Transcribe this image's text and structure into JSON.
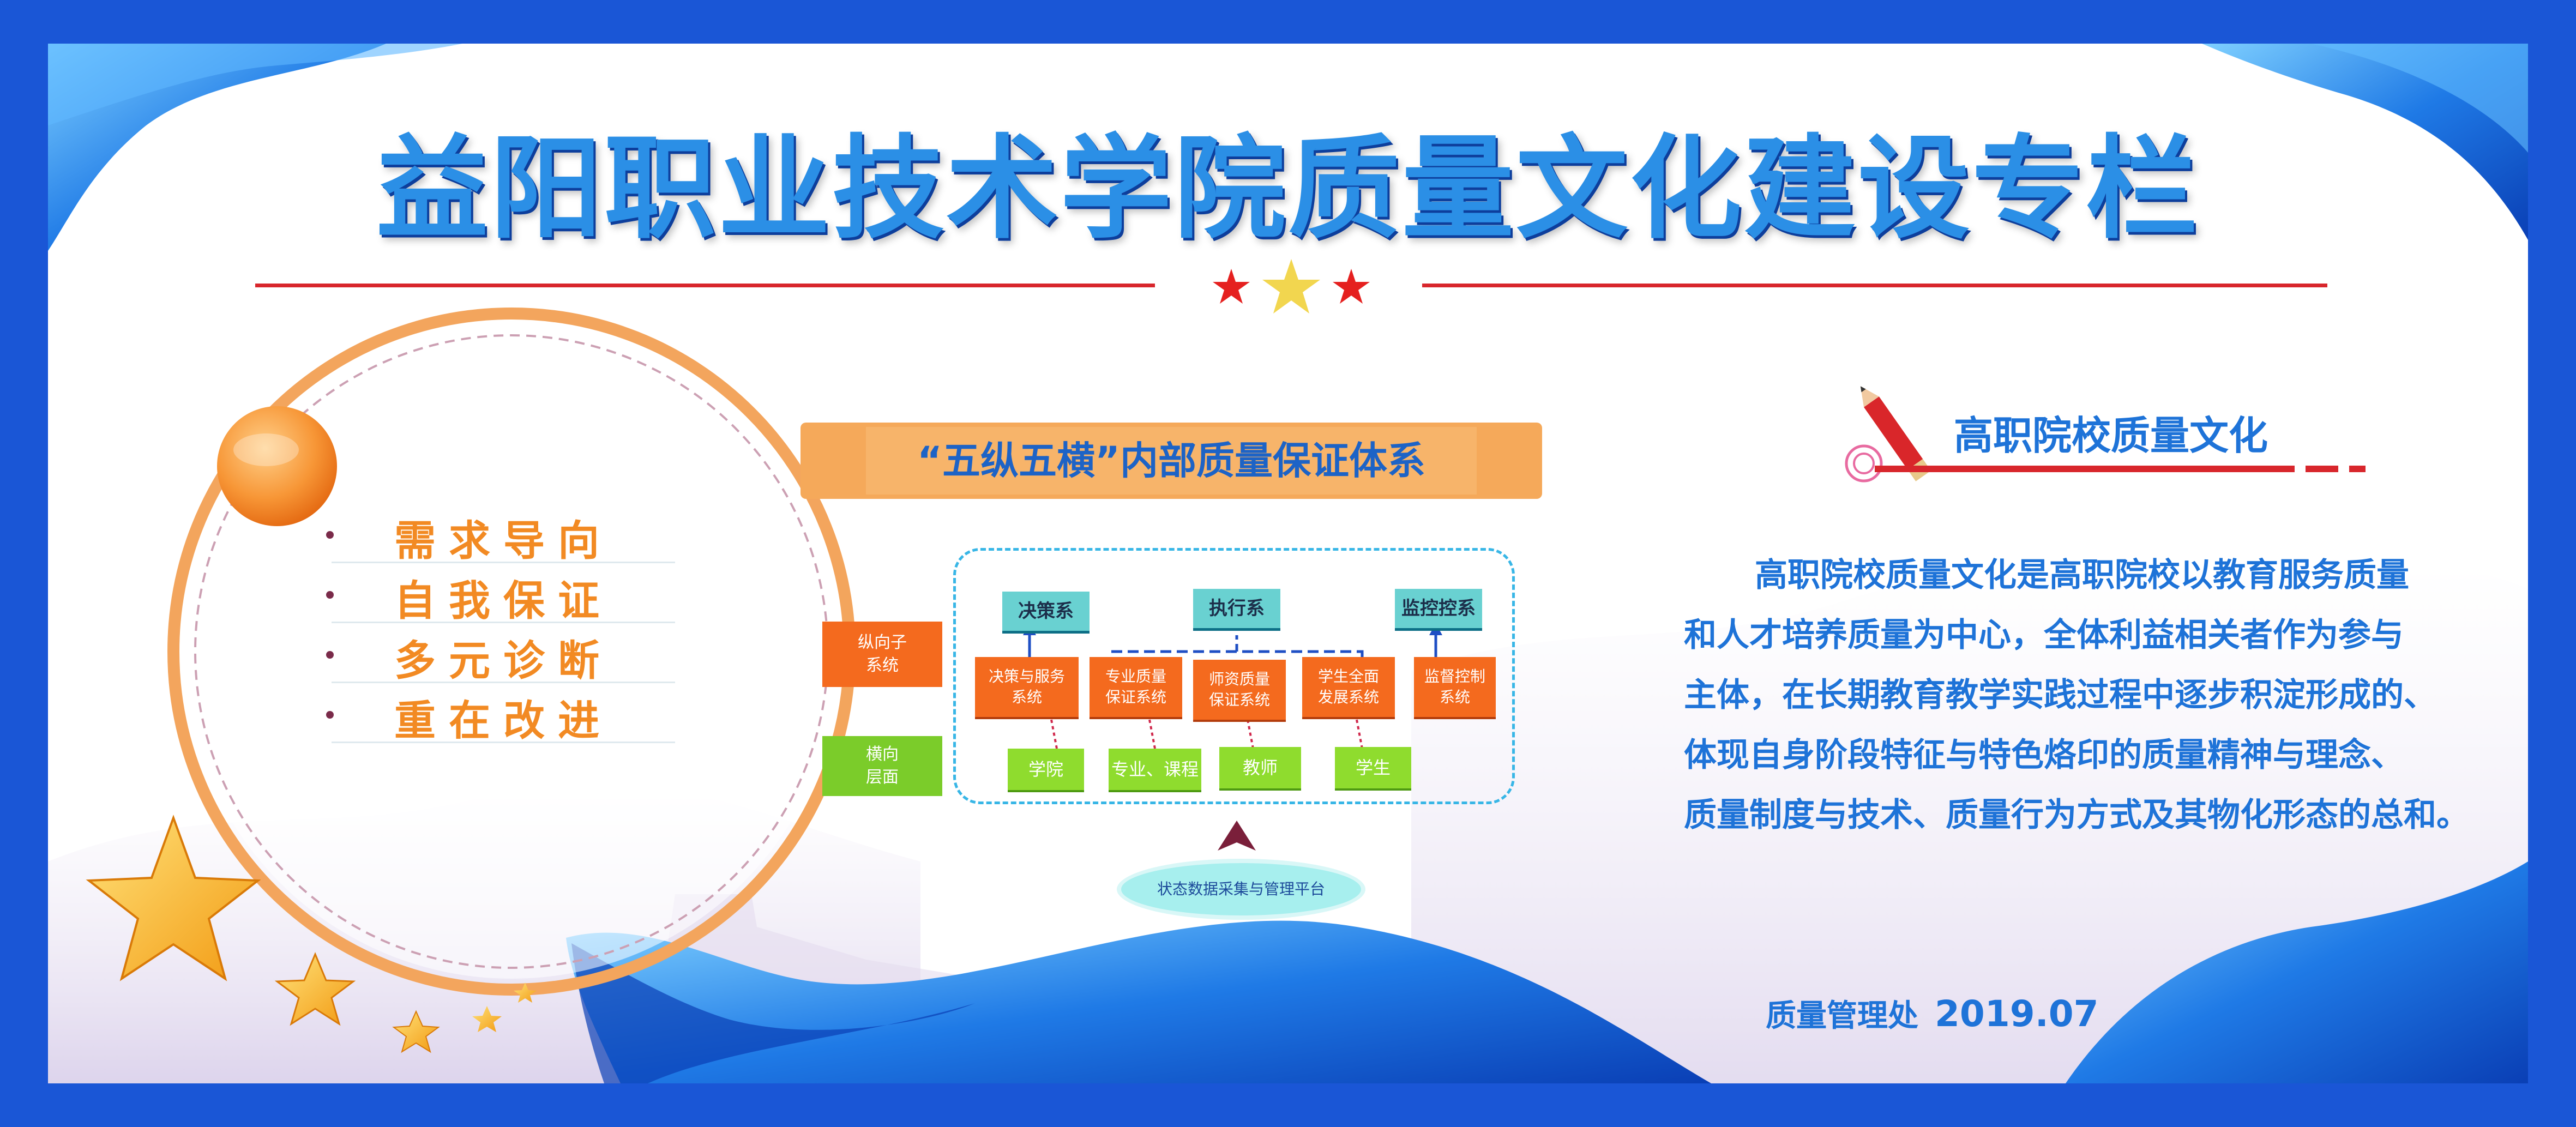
{
  "title": "益阳职业技术学院质量文化建设专栏",
  "left_panel": {
    "items": [
      "需求导向",
      "自我保证",
      "多元诊断",
      "重在改进"
    ]
  },
  "diagram": {
    "title": "“五纵五横”内部质量保证体系",
    "vertical_label": "纵向子\n系统",
    "horizontal_label": "横向\n层面",
    "top_systems": [
      "决策系",
      "执行系",
      "监控控系"
    ],
    "subsystems": [
      "决策与服务\n系统",
      "专业质量\n保证系统",
      "师资质量\n保证系统",
      "学生全面\n发展系统",
      "监督控制\n系统"
    ],
    "levels": [
      "学院",
      "专业、课程",
      "教师",
      "学生"
    ],
    "platform": "状态数据采集与管理平台"
  },
  "right_panel": {
    "heading": "高职院校质量文化",
    "paragraph_lines": [
      "高职院校质量文化是高职院校以教育服务质量",
      "和人才培养质量为中心，全体利益相关者作为参与",
      "主体，在长期教育教学实践过程中逐步积淀形成的、",
      "体现自身阶段特征与特色烙印的质量精神与理念、",
      "质量制度与技术、质量行为方式及其物化形态的总和。"
    ]
  },
  "footer": {
    "department": "质量管理处",
    "date": "2019.07"
  },
  "colors": {
    "frame": "#1a56d6",
    "title": "#2b8fe6",
    "accent_orange": "#f28a23",
    "text_blue": "#1e73d8",
    "rule_red": "#d8262c"
  },
  "icons": [
    "star-icon",
    "pencil-icon",
    "arrow-up-icon"
  ]
}
